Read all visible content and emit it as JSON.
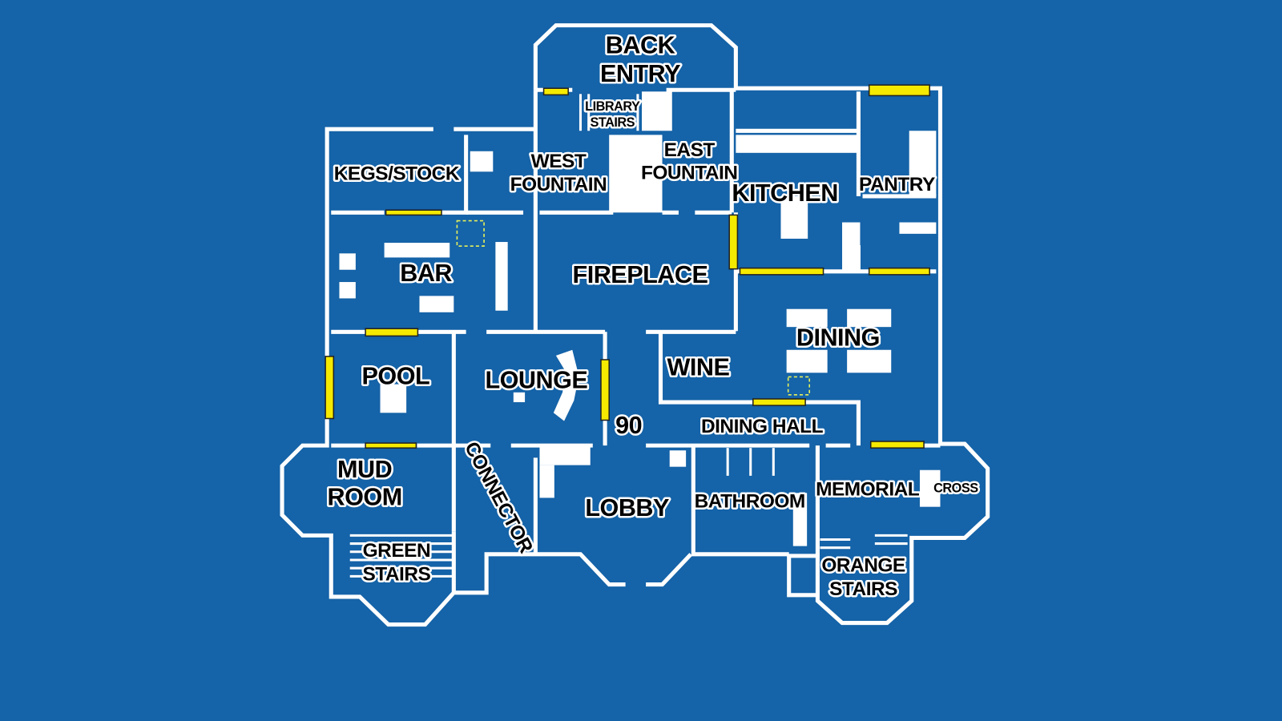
{
  "map": {
    "background_color": "#1563a8",
    "wall_color": "#ffffff",
    "door_color": "#f6ea00",
    "rooms": {
      "back_entry": [
        "BACK",
        "ENTRY"
      ],
      "library_stairs": [
        "LIBRARY",
        "STAIRS"
      ],
      "west_fountain": [
        "WEST",
        "FOUNTAIN"
      ],
      "east_fountain": [
        "EAST",
        "FOUNTAIN"
      ],
      "kegs_stock": "KEGS/STOCK",
      "kitchen": "KITCHEN",
      "pantry": "PANTRY",
      "bar": "BAR",
      "fireplace": "FIREPLACE",
      "dining": "DINING",
      "pool": "POOL",
      "lounge": "LOUNGE",
      "wine": "WINE",
      "ninety": "90",
      "dining_hall": "DINING HALL",
      "mud_room": [
        "MUD",
        "ROOM"
      ],
      "connector": "CONNECTOR",
      "lobby": "LOBBY",
      "bathroom": "BATHROOM",
      "memorial": "MEMORIAL",
      "cross": "CROSS",
      "green_stairs": [
        "GREEN",
        "STAIRS"
      ],
      "orange_stairs": [
        "ORANGE",
        "STAIRS"
      ]
    }
  }
}
